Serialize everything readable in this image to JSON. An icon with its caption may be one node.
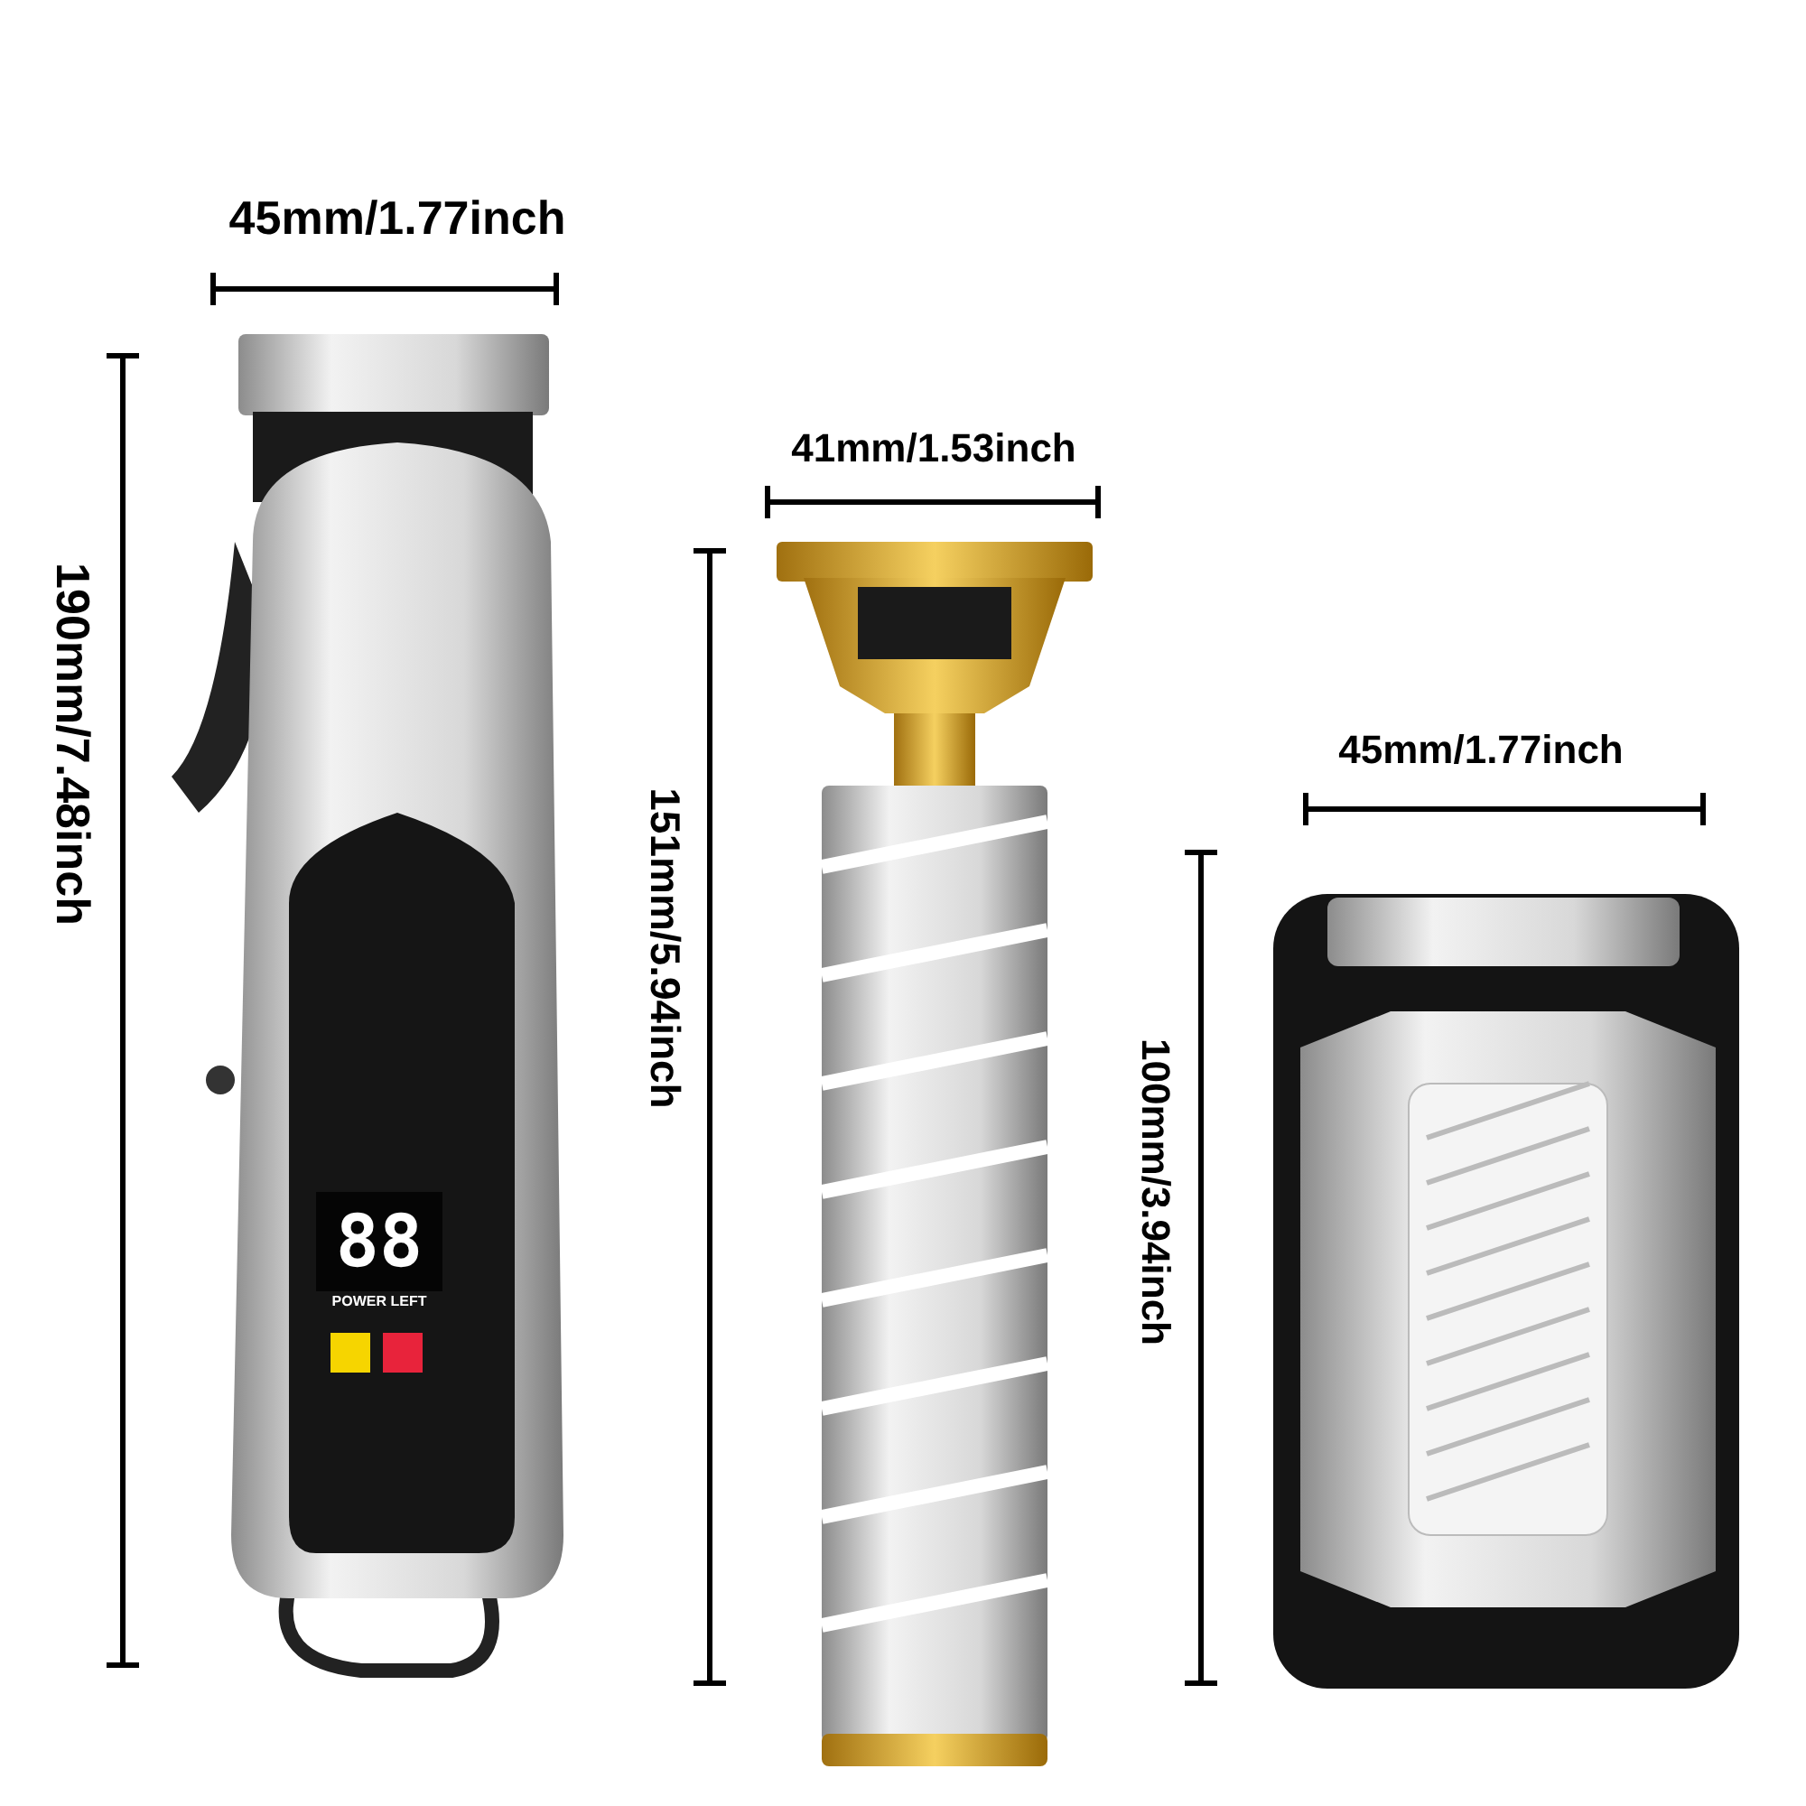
{
  "diagram": {
    "labels": [
      "45mm/1.77inch",
      "190mm/7.48inch",
      "41mm/1.53inch",
      "151mm/5.94inch",
      "45mm/1.77inch",
      "100mm/3.94inch",
      "88",
      "POWER LEFT"
    ]
  }
}
